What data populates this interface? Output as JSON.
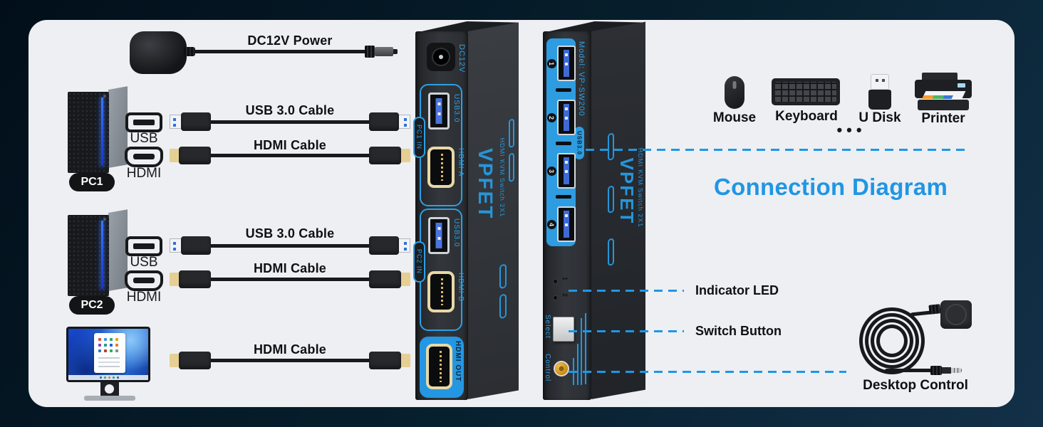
{
  "title": "Connection Diagram",
  "power_label": "DC12V Power",
  "legend": {
    "usb": "USB",
    "hdmi": "HDMI"
  },
  "pc1": {
    "badge": "PC1",
    "usb_cable": "USB 3.0 Cable",
    "hdmi_cable": "HDMI Cable"
  },
  "pc2": {
    "badge": "PC2",
    "usb_cable": "USB 3.0 Cable",
    "hdmi_cable": "HDMI Cable"
  },
  "monitor": {
    "hdmi_cable": "HDMI Cable"
  },
  "kvm_front": {
    "dc": "DC12V",
    "pc1_group": "PC1 IN",
    "pc1_usb": "USB3.0",
    "pc1_hdmi": "HDMI A",
    "pc2_group": "PC2 IN",
    "pc2_usb": "USB3.0",
    "pc2_hdmi": "HDMI B",
    "hdmi_out": "HDMI OUT",
    "brand": "VPFET",
    "side_text": "HDMI KVM Switch 2X1"
  },
  "kvm_back": {
    "model": "Model: VP-SW200",
    "port_numbers": [
      "1",
      "2",
      "3",
      "4"
    ],
    "usb_group": "USB3.0",
    "led1": "1",
    "led2": "2",
    "select": "Select",
    "control": "Control",
    "brand": "VPFET",
    "side_text": "HDMI KVM Switch 2X1"
  },
  "peripherals": {
    "mouse": "Mouse",
    "keyboard": "Keyboard",
    "udisk": "U Disk",
    "printer": "Printer",
    "more_dots": "•••"
  },
  "callouts": {
    "indicator_led": "Indicator LED",
    "switch_button": "Switch Button",
    "desktop_control": "Desktop Control"
  },
  "colors": {
    "accent_blue": "#2196e3",
    "dash_blue": "#1f97e4",
    "panel_label_blue": "#2d9fe6",
    "card_gray": "#edeff3",
    "background_navy": "#0a2233",
    "control_jack_gold": "#d89b1d"
  }
}
